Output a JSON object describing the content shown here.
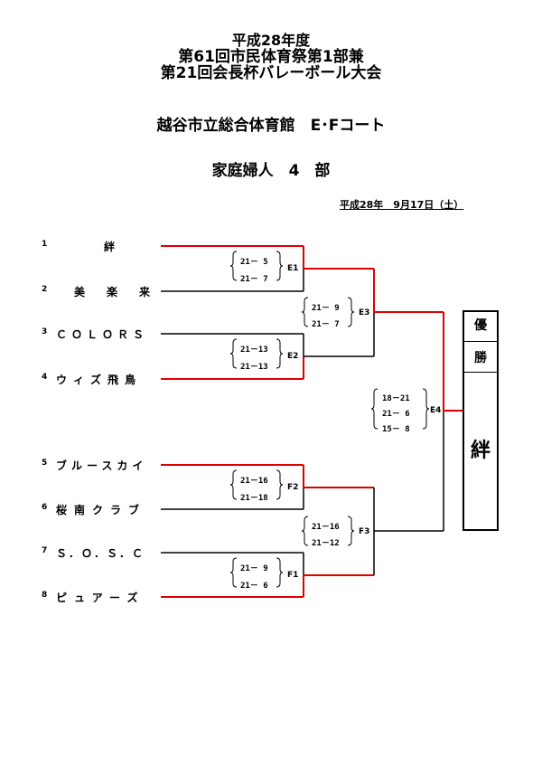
{
  "header": {
    "line1": "平成28年度",
    "line2": "第61回市民体育祭第1部兼",
    "line3": "第21回会長杯バレーボール大会",
    "venue": "越谷市立総合体育館　E･Fコート",
    "division": "家庭婦人　4　部",
    "date": "平成28年　9月17日（土）"
  },
  "teams": [
    {
      "num": "1",
      "name": "絆"
    },
    {
      "num": "2",
      "name": "美　楽　来"
    },
    {
      "num": "3",
      "name": "ＣＯＬＯＲＳ"
    },
    {
      "num": "4",
      "name": "ウィズ飛鳥"
    },
    {
      "num": "5",
      "name": "ブルースカイ"
    },
    {
      "num": "6",
      "name": "桜南クラブ"
    },
    {
      "num": "7",
      "name": "Ｓ．Ｏ．Ｓ．Ｃ"
    },
    {
      "num": "8",
      "name": "ピュアーズ"
    }
  ],
  "matches": [
    {
      "label": "E1",
      "scores": [
        "21－ 5",
        "21－ 7"
      ]
    },
    {
      "label": "E2",
      "scores": [
        "21－13",
        "21－13"
      ]
    },
    {
      "label": "E3",
      "scores": [
        "21－ 9",
        "21－ 7"
      ]
    },
    {
      "label": "F2",
      "scores": [
        "21－16",
        "21－18"
      ]
    },
    {
      "label": "F1",
      "scores": [
        "21－ 9",
        "21－ 6"
      ]
    },
    {
      "label": "F3",
      "scores": [
        "21－16",
        "21－12"
      ]
    },
    {
      "label": "E4",
      "scores": [
        "18－21",
        "21－ 6",
        "15－ 8"
      ]
    }
  ],
  "winner": {
    "label_top": "優",
    "label_bottom": "勝",
    "name": "絆"
  },
  "colors": {
    "winner_line": "#e00000",
    "loser_line": "#000000"
  }
}
